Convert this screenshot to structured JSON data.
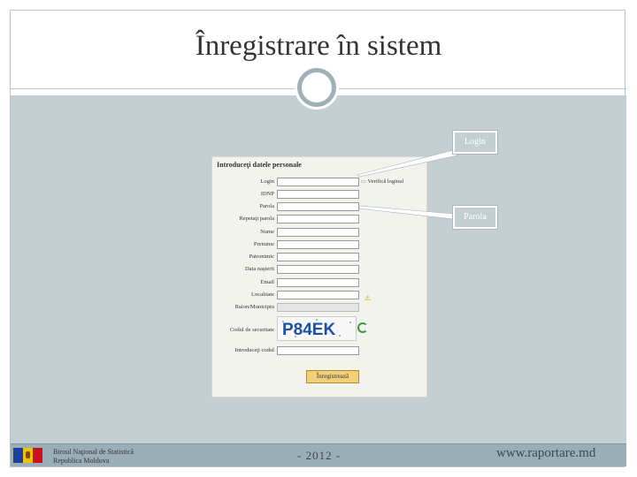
{
  "slide": {
    "title": "Înregistrare în sistem",
    "footer_bureau_line1": "Biroul Naţional de Statistică",
    "footer_bureau_line2": "Republica Moldova",
    "footer_year": "- 2012 -",
    "footer_site": "www.raportare.md"
  },
  "form": {
    "title": "Introduceţi datele personale",
    "fields": [
      {
        "label": "Login",
        "disabled": false
      },
      {
        "label": "IDNP",
        "disabled": false
      },
      {
        "label": "Parola",
        "disabled": false
      },
      {
        "label": "Repetaţi parola",
        "disabled": false
      },
      {
        "label": "Nume",
        "disabled": false
      },
      {
        "label": "Prenume",
        "disabled": false
      },
      {
        "label": "Patronimic",
        "disabled": false
      },
      {
        "label": "Data naşterii",
        "disabled": false
      },
      {
        "label": "Email",
        "disabled": false
      },
      {
        "label": "Localitate",
        "disabled": false
      },
      {
        "label": "Raion/Municipiu",
        "disabled": true
      }
    ],
    "check_login": "Verifică loginul",
    "captcha_label": "Codul de securitate",
    "captcha_text": "P84EK",
    "enter_code_label": "Introduceţi codul",
    "submit_label": "Înregistrează"
  },
  "callouts": {
    "login": "Login",
    "parola": "Parola"
  },
  "colors": {
    "content_bg": "#c4cfd4",
    "footer_bg": "#9aaeb7",
    "submit_bg": "#f2d07a"
  }
}
